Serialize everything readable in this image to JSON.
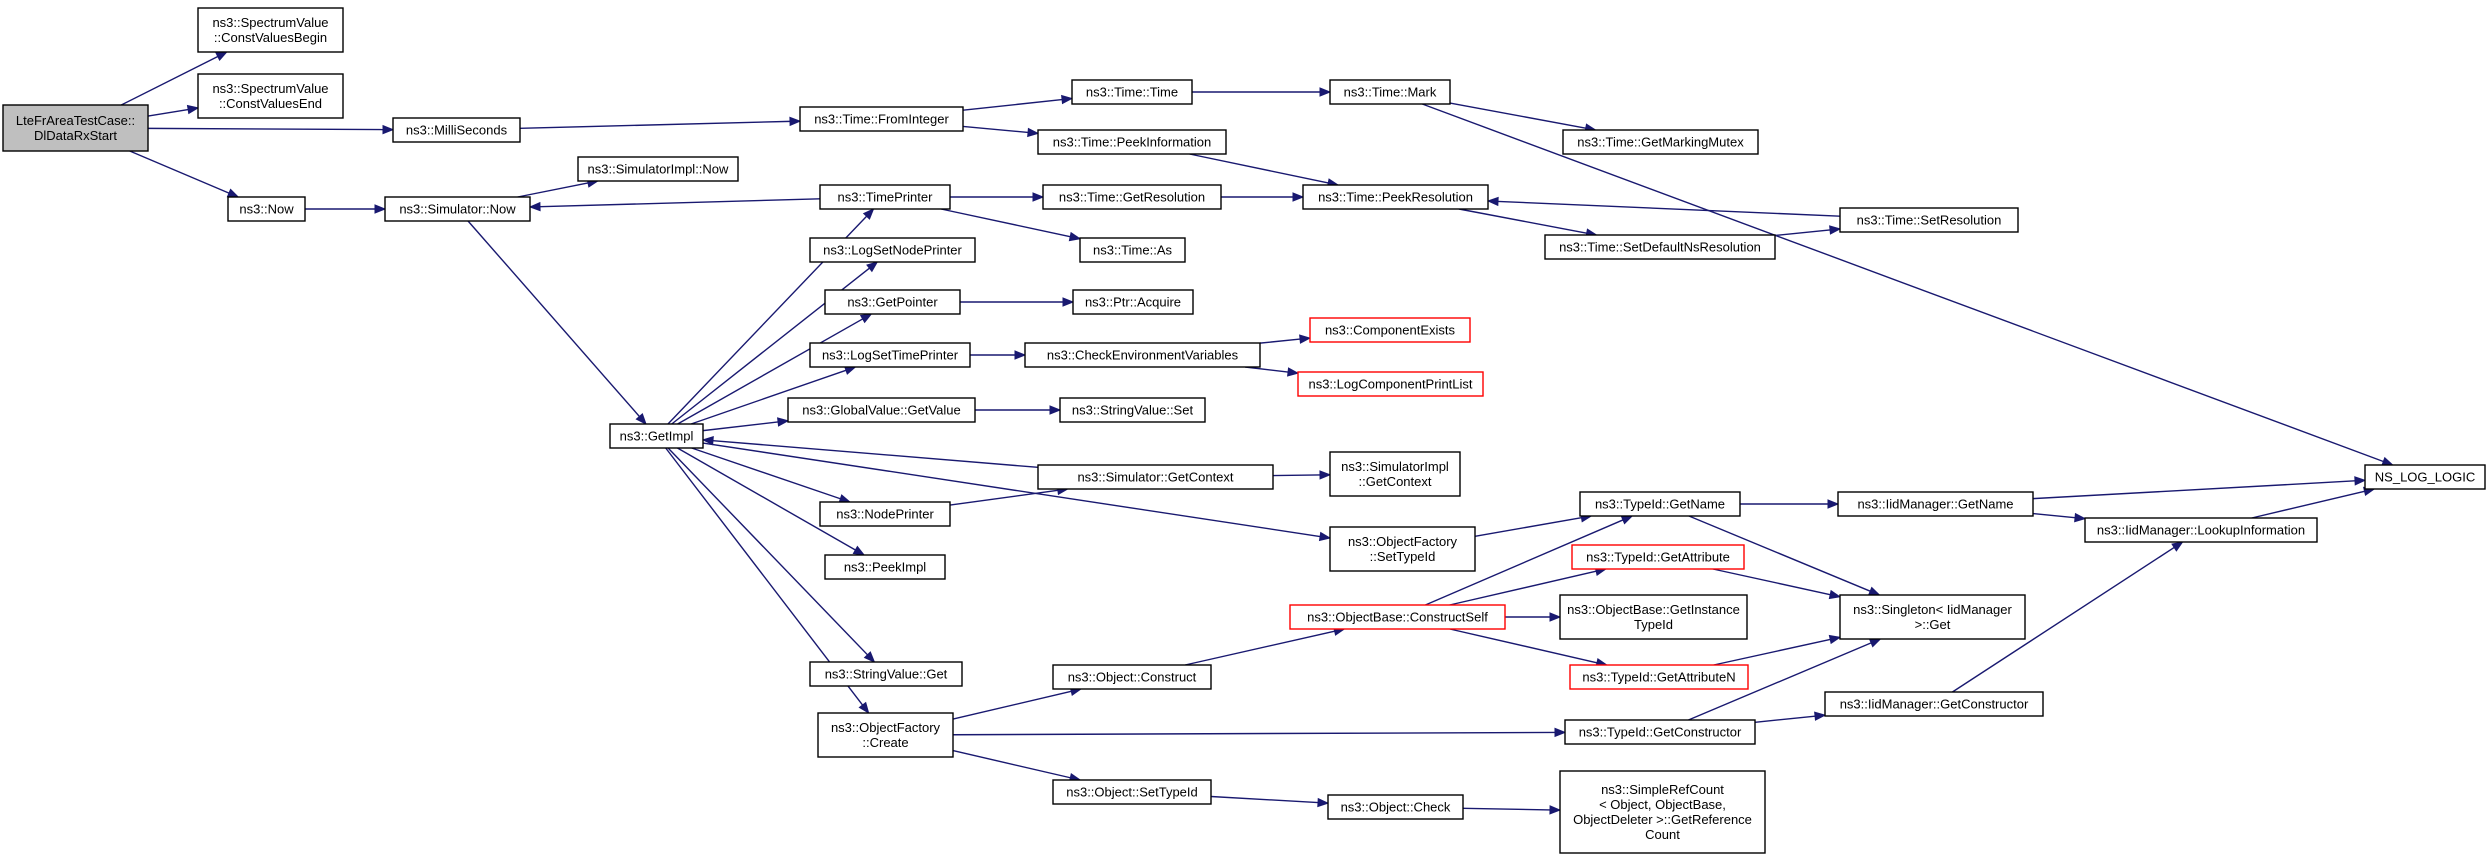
{
  "colors": {
    "edge": "#191970",
    "root_fill": "#bfbfbf",
    "node_border": "#000000",
    "truncated_border": "#ff0000"
  },
  "nodes": [
    {
      "id": "root",
      "lines": [
        "LteFrAreaTestCase::",
        "DlDataRxStart"
      ],
      "style": "root"
    },
    {
      "id": "cvbegin",
      "lines": [
        "ns3::SpectrumValue",
        "::ConstValuesBegin"
      ]
    },
    {
      "id": "cvend",
      "lines": [
        "ns3::SpectrumValue",
        "::ConstValuesEnd"
      ]
    },
    {
      "id": "millis",
      "lines": [
        "ns3::MilliSeconds"
      ]
    },
    {
      "id": "now",
      "lines": [
        "ns3::Now"
      ]
    },
    {
      "id": "simnow",
      "lines": [
        "ns3::Simulator::Now"
      ]
    },
    {
      "id": "simimplnow",
      "lines": [
        "ns3::SimulatorImpl::Now"
      ]
    },
    {
      "id": "getimpl",
      "lines": [
        "ns3::GetImpl"
      ]
    },
    {
      "id": "fromint",
      "lines": [
        "ns3::Time::FromInteger"
      ]
    },
    {
      "id": "timetime",
      "lines": [
        "ns3::Time::Time"
      ]
    },
    {
      "id": "peekinfo",
      "lines": [
        "ns3::Time::PeekInformation"
      ]
    },
    {
      "id": "mark",
      "lines": [
        "ns3::Time::Mark"
      ]
    },
    {
      "id": "markmutex",
      "lines": [
        "ns3::Time::GetMarkingMutex"
      ]
    },
    {
      "id": "timeprinter",
      "lines": [
        "ns3::TimePrinter"
      ]
    },
    {
      "id": "getres",
      "lines": [
        "ns3::Time::GetResolution"
      ]
    },
    {
      "id": "peekres",
      "lines": [
        "ns3::Time::PeekResolution"
      ]
    },
    {
      "id": "timeas",
      "lines": [
        "ns3::Time::As"
      ]
    },
    {
      "id": "setdefault",
      "lines": [
        "ns3::Time::SetDefaultNsResolution"
      ]
    },
    {
      "id": "setres",
      "lines": [
        "ns3::Time::SetResolution"
      ]
    },
    {
      "id": "lognode",
      "lines": [
        "ns3::LogSetNodePrinter"
      ]
    },
    {
      "id": "getptr",
      "lines": [
        "ns3::GetPointer"
      ]
    },
    {
      "id": "ptracq",
      "lines": [
        "ns3::Ptr::Acquire"
      ]
    },
    {
      "id": "logtime",
      "lines": [
        "ns3::LogSetTimePrinter"
      ]
    },
    {
      "id": "checkenv",
      "lines": [
        "ns3::CheckEnvironmentVariables"
      ]
    },
    {
      "id": "compexists",
      "lines": [
        "ns3::ComponentExists"
      ],
      "style": "red"
    },
    {
      "id": "logcomp",
      "lines": [
        "ns3::LogComponentPrintList"
      ],
      "style": "red"
    },
    {
      "id": "gvget",
      "lines": [
        "ns3::GlobalValue::GetValue"
      ]
    },
    {
      "id": "svset",
      "lines": [
        "ns3::StringValue::Set"
      ]
    },
    {
      "id": "simctx",
      "lines": [
        "ns3::Simulator::GetContext"
      ]
    },
    {
      "id": "simimplctx",
      "lines": [
        "ns3::SimulatorImpl",
        "::GetContext"
      ]
    },
    {
      "id": "nodeprinter",
      "lines": [
        "ns3::NodePrinter"
      ]
    },
    {
      "id": "peekimpl",
      "lines": [
        "ns3::PeekImpl"
      ]
    },
    {
      "id": "ofsettype",
      "lines": [
        "ns3::ObjectFactory",
        "::SetTypeId"
      ]
    },
    {
      "id": "tidname",
      "lines": [
        "ns3::TypeId::GetName"
      ]
    },
    {
      "id": "iidname",
      "lines": [
        "ns3::IidManager::GetName"
      ]
    },
    {
      "id": "nslog",
      "lines": [
        "NS_LOG_LOGIC"
      ]
    },
    {
      "id": "iidlookup",
      "lines": [
        "ns3::IidManager::LookupInformation"
      ]
    },
    {
      "id": "tidattr",
      "lines": [
        "ns3::TypeId::GetAttribute"
      ],
      "style": "red"
    },
    {
      "id": "obconstruct",
      "lines": [
        "ns3::ObjectBase::ConstructSelf"
      ],
      "style": "red"
    },
    {
      "id": "obinst",
      "lines": [
        "ns3::ObjectBase::GetInstance",
        "TypeId"
      ]
    },
    {
      "id": "singleton",
      "lines": [
        "ns3::Singleton< IidManager",
        ">::Get"
      ]
    },
    {
      "id": "tidattrn",
      "lines": [
        "ns3::TypeId::GetAttributeN"
      ],
      "style": "red"
    },
    {
      "id": "svget",
      "lines": [
        "ns3::StringValue::Get"
      ]
    },
    {
      "id": "objconstruct",
      "lines": [
        "ns3::Object::Construct"
      ]
    },
    {
      "id": "ofcreate",
      "lines": [
        "ns3::ObjectFactory",
        "::Create"
      ]
    },
    {
      "id": "iidctor",
      "lines": [
        "ns3::IidManager::GetConstructor"
      ]
    },
    {
      "id": "tidctor",
      "lines": [
        "ns3::TypeId::GetConstructor"
      ]
    },
    {
      "id": "objsettype",
      "lines": [
        "ns3::Object::SetTypeId"
      ]
    },
    {
      "id": "objcheck",
      "lines": [
        "ns3::Object::Check"
      ]
    },
    {
      "id": "simpleref",
      "lines": [
        "ns3::SimpleRefCount",
        "< Object, ObjectBase,",
        "ObjectDeleter >::GetReference",
        "Count"
      ]
    }
  ],
  "edges": [
    [
      "root",
      "cvbegin"
    ],
    [
      "root",
      "cvend"
    ],
    [
      "root",
      "millis"
    ],
    [
      "root",
      "now"
    ],
    [
      "millis",
      "fromint"
    ],
    [
      "fromint",
      "timetime"
    ],
    [
      "fromint",
      "peekinfo"
    ],
    [
      "timetime",
      "mark"
    ],
    [
      "mark",
      "markmutex"
    ],
    [
      "mark",
      "nslog"
    ],
    [
      "peekinfo",
      "peekres"
    ],
    [
      "now",
      "simnow"
    ],
    [
      "simnow",
      "simimplnow"
    ],
    [
      "simnow",
      "getimpl"
    ],
    [
      "timeprinter",
      "simnow"
    ],
    [
      "timeprinter",
      "getres"
    ],
    [
      "timeprinter",
      "timeas"
    ],
    [
      "getres",
      "peekres"
    ],
    [
      "peekres",
      "setdefault"
    ],
    [
      "setdefault",
      "setres"
    ],
    [
      "setres",
      "peekres"
    ],
    [
      "getimpl",
      "timeprinter"
    ],
    [
      "getimpl",
      "lognode"
    ],
    [
      "getimpl",
      "getptr"
    ],
    [
      "getimpl",
      "logtime"
    ],
    [
      "getimpl",
      "gvget"
    ],
    [
      "getimpl",
      "nodeprinter"
    ],
    [
      "getimpl",
      "peekimpl"
    ],
    [
      "getimpl",
      "ofsettype"
    ],
    [
      "getimpl",
      "svget"
    ],
    [
      "getimpl",
      "ofcreate"
    ],
    [
      "getptr",
      "ptracq"
    ],
    [
      "logtime",
      "checkenv"
    ],
    [
      "checkenv",
      "compexists"
    ],
    [
      "checkenv",
      "logcomp"
    ],
    [
      "gvget",
      "svset"
    ],
    [
      "simctx",
      "getimpl"
    ],
    [
      "simctx",
      "simimplctx"
    ],
    [
      "nodeprinter",
      "simctx"
    ],
    [
      "ofsettype",
      "tidname"
    ],
    [
      "tidname",
      "iidname"
    ],
    [
      "tidname",
      "singleton"
    ],
    [
      "iidname",
      "nslog"
    ],
    [
      "iidname",
      "iidlookup"
    ],
    [
      "iidlookup",
      "nslog"
    ],
    [
      "obconstruct",
      "tidname"
    ],
    [
      "obconstruct",
      "tidattr"
    ],
    [
      "obconstruct",
      "obinst"
    ],
    [
      "obconstruct",
      "tidattrn"
    ],
    [
      "tidattr",
      "singleton"
    ],
    [
      "tidattrn",
      "singleton"
    ],
    [
      "objconstruct",
      "obconstruct"
    ],
    [
      "ofcreate",
      "objconstruct"
    ],
    [
      "ofcreate",
      "tidctor"
    ],
    [
      "ofcreate",
      "objsettype"
    ],
    [
      "tidctor",
      "singleton"
    ],
    [
      "tidctor",
      "iidctor"
    ],
    [
      "iidctor",
      "iidlookup"
    ],
    [
      "objsettype",
      "objcheck"
    ],
    [
      "objcheck",
      "simpleref"
    ]
  ]
}
